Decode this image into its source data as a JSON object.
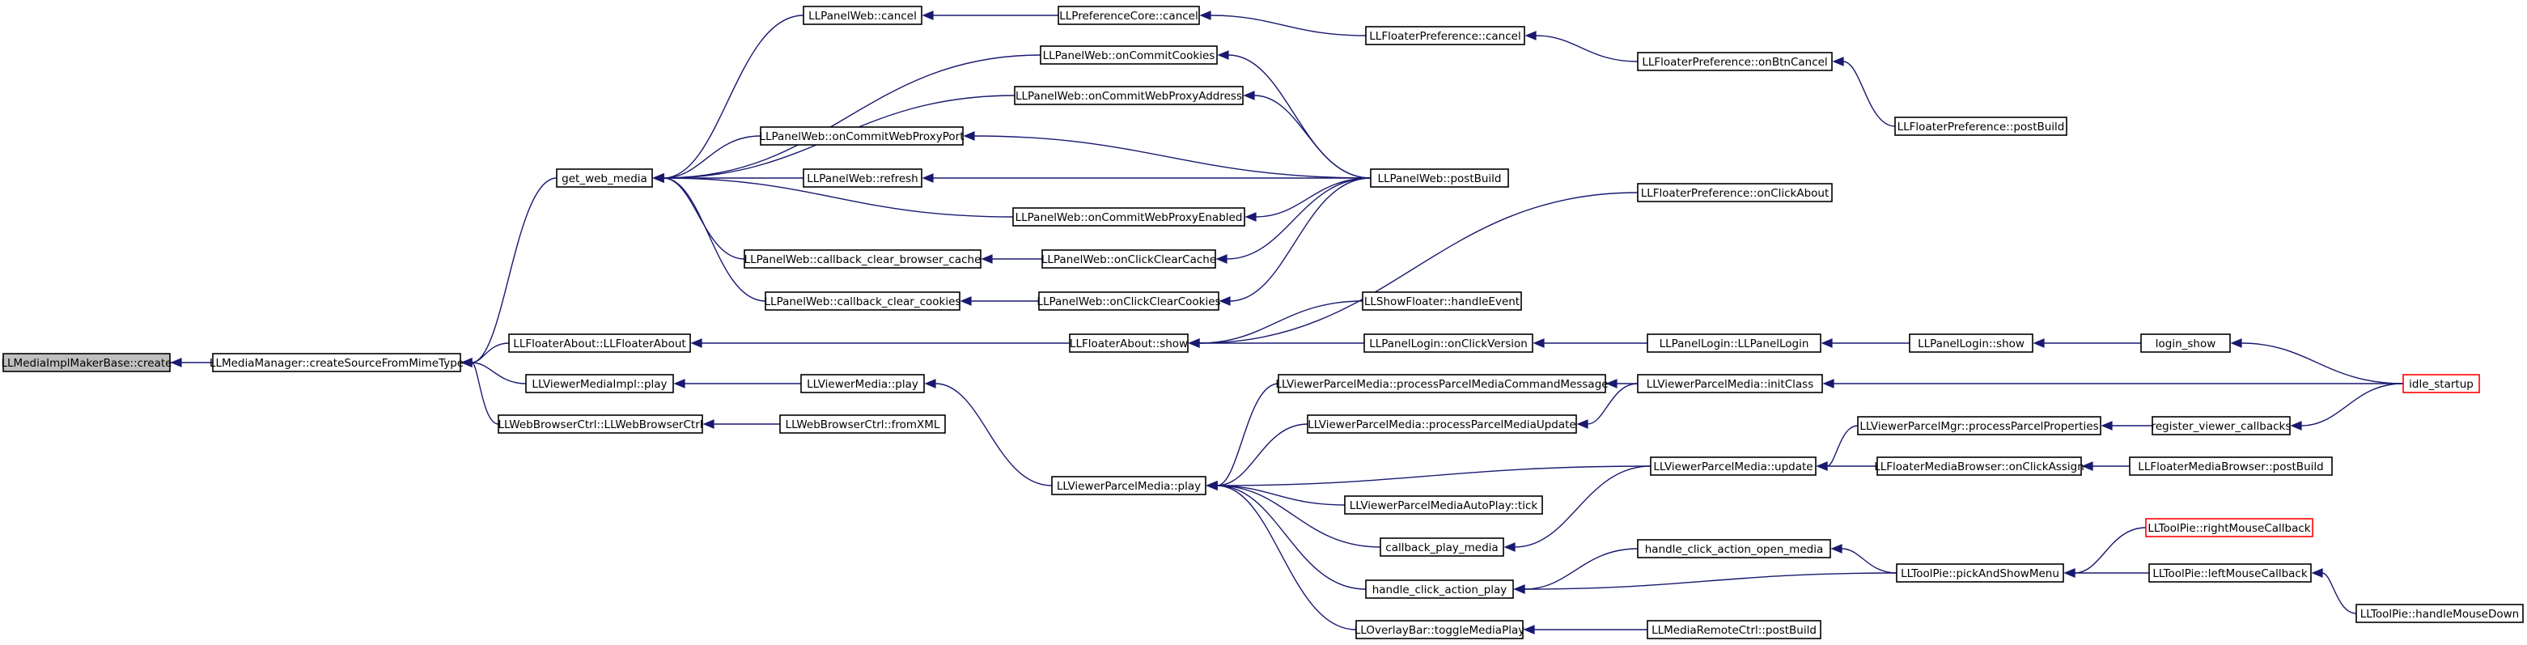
{
  "colors": {
    "edge": "#191970",
    "border": "#000000",
    "highlight_border": "#ff0000",
    "selected_fill": "#bfbfbf",
    "fill": "#ffffff",
    "text": "#000000"
  },
  "nodes": [
    {
      "id": "mk_create",
      "label": "LLMediaImplMakerBase::create",
      "style": "selected"
    },
    {
      "id": "mm_create",
      "label": "LLMediaManager::createSourceFromMimeType"
    },
    {
      "id": "get_web_media",
      "label": "get_web_media"
    },
    {
      "id": "fa_ctor",
      "label": "LLFloaterAbout::LLFloaterAbout"
    },
    {
      "id": "vmi_play",
      "label": "LLViewerMediaImpl::play"
    },
    {
      "id": "wbc_ctor",
      "label": "LLWebBrowserCtrl::LLWebBrowserCtrl"
    },
    {
      "id": "pw_cancel",
      "label": "LLPanelWeb::cancel"
    },
    {
      "id": "pw_occookies",
      "label": "LLPanelWeb::onCommitCookies"
    },
    {
      "id": "pw_ocproxyaddr",
      "label": "LLPanelWeb::onCommitWebProxyAddress"
    },
    {
      "id": "pw_ocproxyport",
      "label": "LLPanelWeb::onCommitWebProxyPort"
    },
    {
      "id": "pw_refresh",
      "label": "LLPanelWeb::refresh"
    },
    {
      "id": "pw_ocproxyen",
      "label": "LLPanelWeb::onCommitWebProxyEnabled"
    },
    {
      "id": "pw_cbcache",
      "label": "LLPanelWeb::callback_clear_browser_cache"
    },
    {
      "id": "pw_cbcookies",
      "label": "LLPanelWeb::callback_clear_cookies"
    },
    {
      "id": "pw_occlearcache",
      "label": "LLPanelWeb::onClickClearCache"
    },
    {
      "id": "pw_occlearcookies",
      "label": "LLPanelWeb::onClickClearCookies"
    },
    {
      "id": "pc_cancel",
      "label": "LLPreferenceCore::cancel"
    },
    {
      "id": "fa_show",
      "label": "LLFloaterAbout::show"
    },
    {
      "id": "vm_play",
      "label": "LLViewerMedia::play"
    },
    {
      "id": "wbc_fromxml",
      "label": "LLWebBrowserCtrl::fromXML"
    },
    {
      "id": "vpm_play",
      "label": "LLViewerParcelMedia::play"
    },
    {
      "id": "fp_cancel",
      "label": "LLFloaterPreference::cancel"
    },
    {
      "id": "pw_postbuild",
      "label": "LLPanelWeb::postBuild"
    },
    {
      "id": "sf_handle",
      "label": "LLShowFloater::handleEvent"
    },
    {
      "id": "pl_onclickver",
      "label": "LLPanelLogin::onClickVersion"
    },
    {
      "id": "vpm_pcmd",
      "label": "LLViewerParcelMedia::processParcelMediaCommandMessage"
    },
    {
      "id": "vpm_pupdate",
      "label": "LLViewerParcelMedia::processParcelMediaUpdate"
    },
    {
      "id": "vpmap_tick",
      "label": "LLViewerParcelMediaAutoPlay::tick"
    },
    {
      "id": "cb_play_media",
      "label": "callback_play_media"
    },
    {
      "id": "hca_play",
      "label": "handle_click_action_play"
    },
    {
      "id": "ob_toggle",
      "label": "LLOverlayBar::toggleMediaPlay"
    },
    {
      "id": "fp_onbtncancel",
      "label": "LLFloaterPreference::onBtnCancel"
    },
    {
      "id": "fp_onclickabout",
      "label": "LLFloaterPreference::onClickAbout"
    },
    {
      "id": "pl_ctor",
      "label": "LLPanelLogin::LLPanelLogin"
    },
    {
      "id": "vpm_initclass",
      "label": "LLViewerParcelMedia::initClass"
    },
    {
      "id": "vpm_update",
      "label": "LLViewerParcelMedia::update"
    },
    {
      "id": "hca_open",
      "label": "handle_click_action_open_media"
    },
    {
      "id": "mrc_postbuild",
      "label": "LLMediaRemoteCtrl::postBuild"
    },
    {
      "id": "fp_postbuild",
      "label": "LLFloaterPreference::postBuild"
    },
    {
      "id": "pl_show",
      "label": "LLPanelLogin::show"
    },
    {
      "id": "vpmgr_process",
      "label": "LLViewerParcelMgr::processParcelProperties"
    },
    {
      "id": "fmb_onclickassign",
      "label": "LLFloaterMediaBrowser::onClickAssign"
    },
    {
      "id": "tp_pick",
      "label": "LLToolPie::pickAndShowMenu"
    },
    {
      "id": "login_show",
      "label": "login_show"
    },
    {
      "id": "reg_viewer_cb",
      "label": "register_viewer_callbacks"
    },
    {
      "id": "fmb_postbuild",
      "label": "LLFloaterMediaBrowser::postBuild"
    },
    {
      "id": "tp_rmouse",
      "label": "LLToolPie::rightMouseCallback",
      "style": "highlight"
    },
    {
      "id": "tp_lmouse",
      "label": "LLToolPie::leftMouseCallback"
    },
    {
      "id": "idle_startup",
      "label": "idle_startup",
      "style": "highlight"
    },
    {
      "id": "tp_handledown",
      "label": "LLToolPie::handleMouseDown"
    }
  ],
  "edges": [
    [
      "mk_create",
      "mm_create"
    ],
    [
      "mm_create",
      "get_web_media"
    ],
    [
      "mm_create",
      "fa_ctor"
    ],
    [
      "mm_create",
      "vmi_play"
    ],
    [
      "mm_create",
      "wbc_ctor"
    ],
    [
      "get_web_media",
      "pw_cancel"
    ],
    [
      "get_web_media",
      "pw_occookies"
    ],
    [
      "get_web_media",
      "pw_ocproxyaddr"
    ],
    [
      "get_web_media",
      "pw_ocproxyport"
    ],
    [
      "get_web_media",
      "pw_refresh"
    ],
    [
      "get_web_media",
      "pw_ocproxyen"
    ],
    [
      "get_web_media",
      "pw_cbcache"
    ],
    [
      "get_web_media",
      "pw_cbcookies"
    ],
    [
      "pw_cancel",
      "pc_cancel"
    ],
    [
      "pc_cancel",
      "fp_cancel"
    ],
    [
      "fp_cancel",
      "fp_onbtncancel"
    ],
    [
      "fp_onbtncancel",
      "fp_postbuild"
    ],
    [
      "pw_occookies",
      "pw_postbuild"
    ],
    [
      "pw_ocproxyaddr",
      "pw_postbuild"
    ],
    [
      "pw_ocproxyport",
      "pw_postbuild"
    ],
    [
      "pw_refresh",
      "pw_postbuild"
    ],
    [
      "pw_ocproxyen",
      "pw_postbuild"
    ],
    [
      "pw_cbcache",
      "pw_occlearcache"
    ],
    [
      "pw_occlearcache",
      "pw_postbuild"
    ],
    [
      "pw_cbcookies",
      "pw_occlearcookies"
    ],
    [
      "pw_occlearcookies",
      "pw_postbuild"
    ],
    [
      "fa_ctor",
      "fa_show"
    ],
    [
      "fa_show",
      "fp_onclickabout"
    ],
    [
      "fa_show",
      "sf_handle"
    ],
    [
      "fa_show",
      "pl_onclickver"
    ],
    [
      "pl_onclickver",
      "pl_ctor"
    ],
    [
      "pl_ctor",
      "pl_show"
    ],
    [
      "pl_show",
      "login_show"
    ],
    [
      "login_show",
      "idle_startup"
    ],
    [
      "vmi_play",
      "vm_play"
    ],
    [
      "vm_play",
      "vpm_play"
    ],
    [
      "wbc_ctor",
      "wbc_fromxml"
    ],
    [
      "vpm_play",
      "vpm_pcmd"
    ],
    [
      "vpm_play",
      "vpm_pupdate"
    ],
    [
      "vpm_play",
      "vpm_update"
    ],
    [
      "vpm_play",
      "vpmap_tick"
    ],
    [
      "vpm_play",
      "cb_play_media"
    ],
    [
      "vpm_play",
      "hca_play"
    ],
    [
      "vpm_play",
      "ob_toggle"
    ],
    [
      "vpm_pcmd",
      "vpm_initclass"
    ],
    [
      "vpm_pupdate",
      "vpm_initclass"
    ],
    [
      "vpm_initclass",
      "idle_startup"
    ],
    [
      "cb_play_media",
      "vpm_update"
    ],
    [
      "vpm_update",
      "vpmgr_process"
    ],
    [
      "vpm_update",
      "fmb_onclickassign"
    ],
    [
      "vpmgr_process",
      "reg_viewer_cb"
    ],
    [
      "reg_viewer_cb",
      "idle_startup"
    ],
    [
      "fmb_onclickassign",
      "fmb_postbuild"
    ],
    [
      "hca_play",
      "hca_open"
    ],
    [
      "hca_play",
      "tp_pick"
    ],
    [
      "hca_open",
      "tp_pick"
    ],
    [
      "tp_pick",
      "tp_rmouse"
    ],
    [
      "tp_pick",
      "tp_lmouse"
    ],
    [
      "tp_lmouse",
      "tp_handledown"
    ],
    [
      "ob_toggle",
      "mrc_postbuild"
    ]
  ]
}
